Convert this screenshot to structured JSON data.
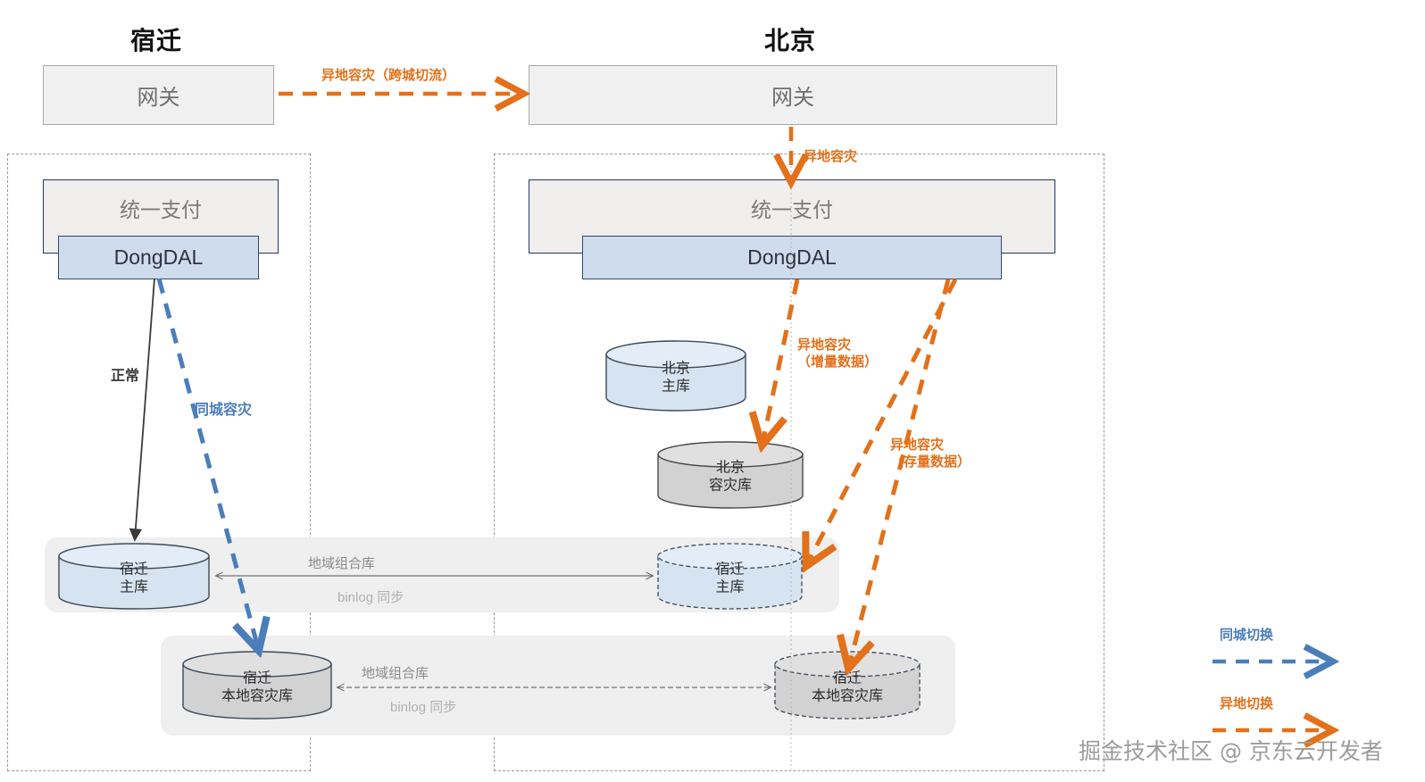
{
  "regions": {
    "left": {
      "title": "宿迁"
    },
    "right": {
      "title": "北京"
    }
  },
  "boxes": {
    "gateway_left": "网关",
    "gateway_right": "网关",
    "service_left": "统一支付",
    "service_right": "统一支付",
    "dal_left": "DongDAL",
    "dal_right": "DongDAL"
  },
  "databases": {
    "beijing_primary": "北京\n主库",
    "beijing_dr": "北京\n容灾库",
    "suqian_primary_left": "宿迁\n主库",
    "suqian_local_dr_left": "宿迁\n本地容灾库",
    "suqian_primary_right": "宿迁\n主库",
    "suqian_local_dr_right": "宿迁\n本地容灾库"
  },
  "combos": {
    "row1_label": "地域组合库",
    "row1_sub": "binlog 同步",
    "row2_label": "地域组合库",
    "row2_sub": "binlog 同步"
  },
  "flow_labels": {
    "cross_city_gateway": "异地容灾（跨城切流）",
    "remote_dr_service": "异地容灾",
    "normal": "正常",
    "same_city_dr": "同城容灾",
    "remote_dr_incremental": "异地容灾\n（增量数据）",
    "remote_dr_stock": "异地容灾\n（存量数据）"
  },
  "legend": {
    "same_city_switch": "同城切换",
    "remote_switch": "异地切换"
  },
  "watermark": "掘金技术社区 @ 京东云开发者",
  "colors": {
    "orange": "#e3701a",
    "blue": "#4a7ebb",
    "dark_line": "#3a3a3a",
    "db_blue_fill": "#d6e3f1",
    "db_gray_fill": "#d2d2d2",
    "db_stroke": "#3b4a5a",
    "panel_gray": "#f0f0f0",
    "dal_fill": "#cfdcee"
  }
}
